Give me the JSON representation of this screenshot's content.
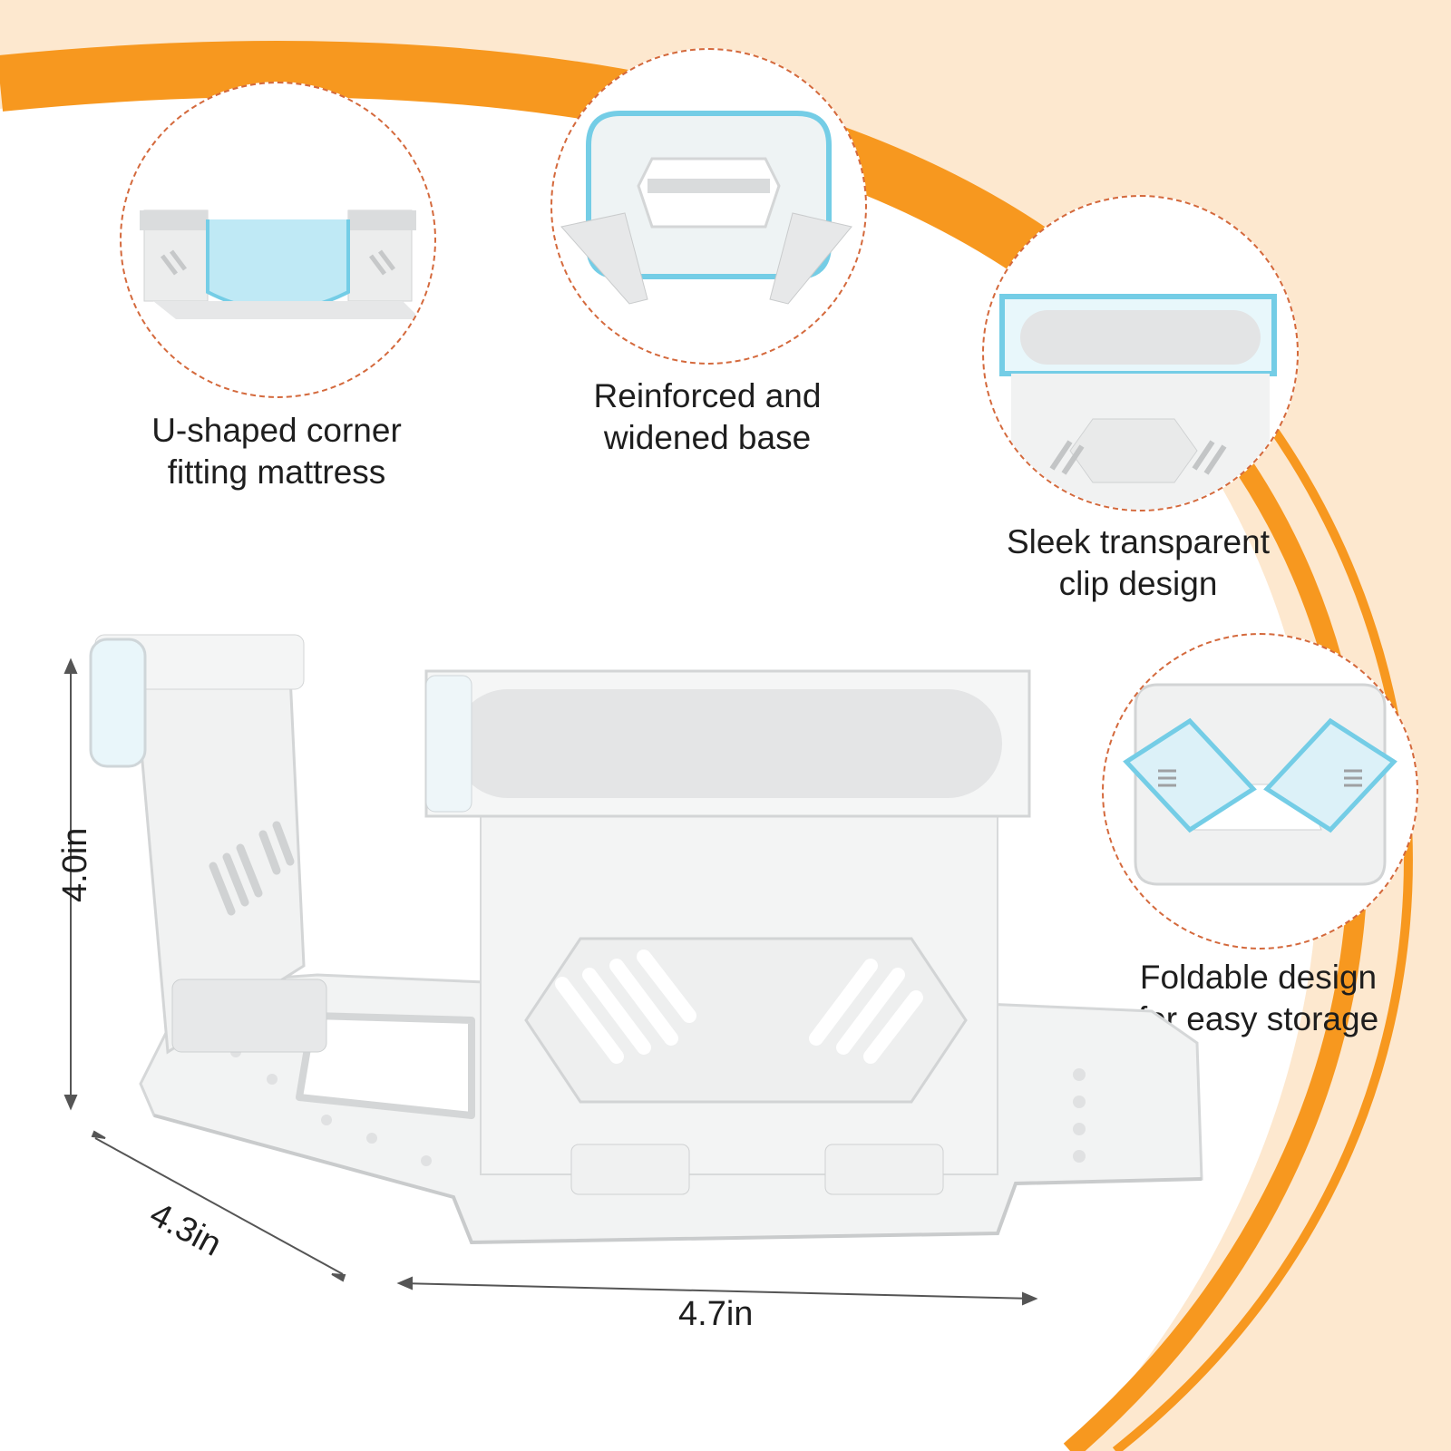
{
  "features": [
    {
      "id": "u-shaped",
      "lines": [
        "U-shaped corner",
        "fitting mattress"
      ]
    },
    {
      "id": "base",
      "lines": [
        "Reinforced and",
        "widened base"
      ]
    },
    {
      "id": "clip",
      "lines": [
        "Sleek transparent",
        "clip design"
      ]
    },
    {
      "id": "foldable",
      "lines": [
        "Foldable design",
        "for easy storage"
      ]
    }
  ],
  "dimensions": {
    "height": "4.0in",
    "depth": "4.3in",
    "width": "4.7in"
  },
  "colors": {
    "accent_orange": "#f7981f",
    "background_peach": "#fde8cf",
    "dashed_outline": "#d4693c",
    "highlight_blue": "#74cde6"
  }
}
